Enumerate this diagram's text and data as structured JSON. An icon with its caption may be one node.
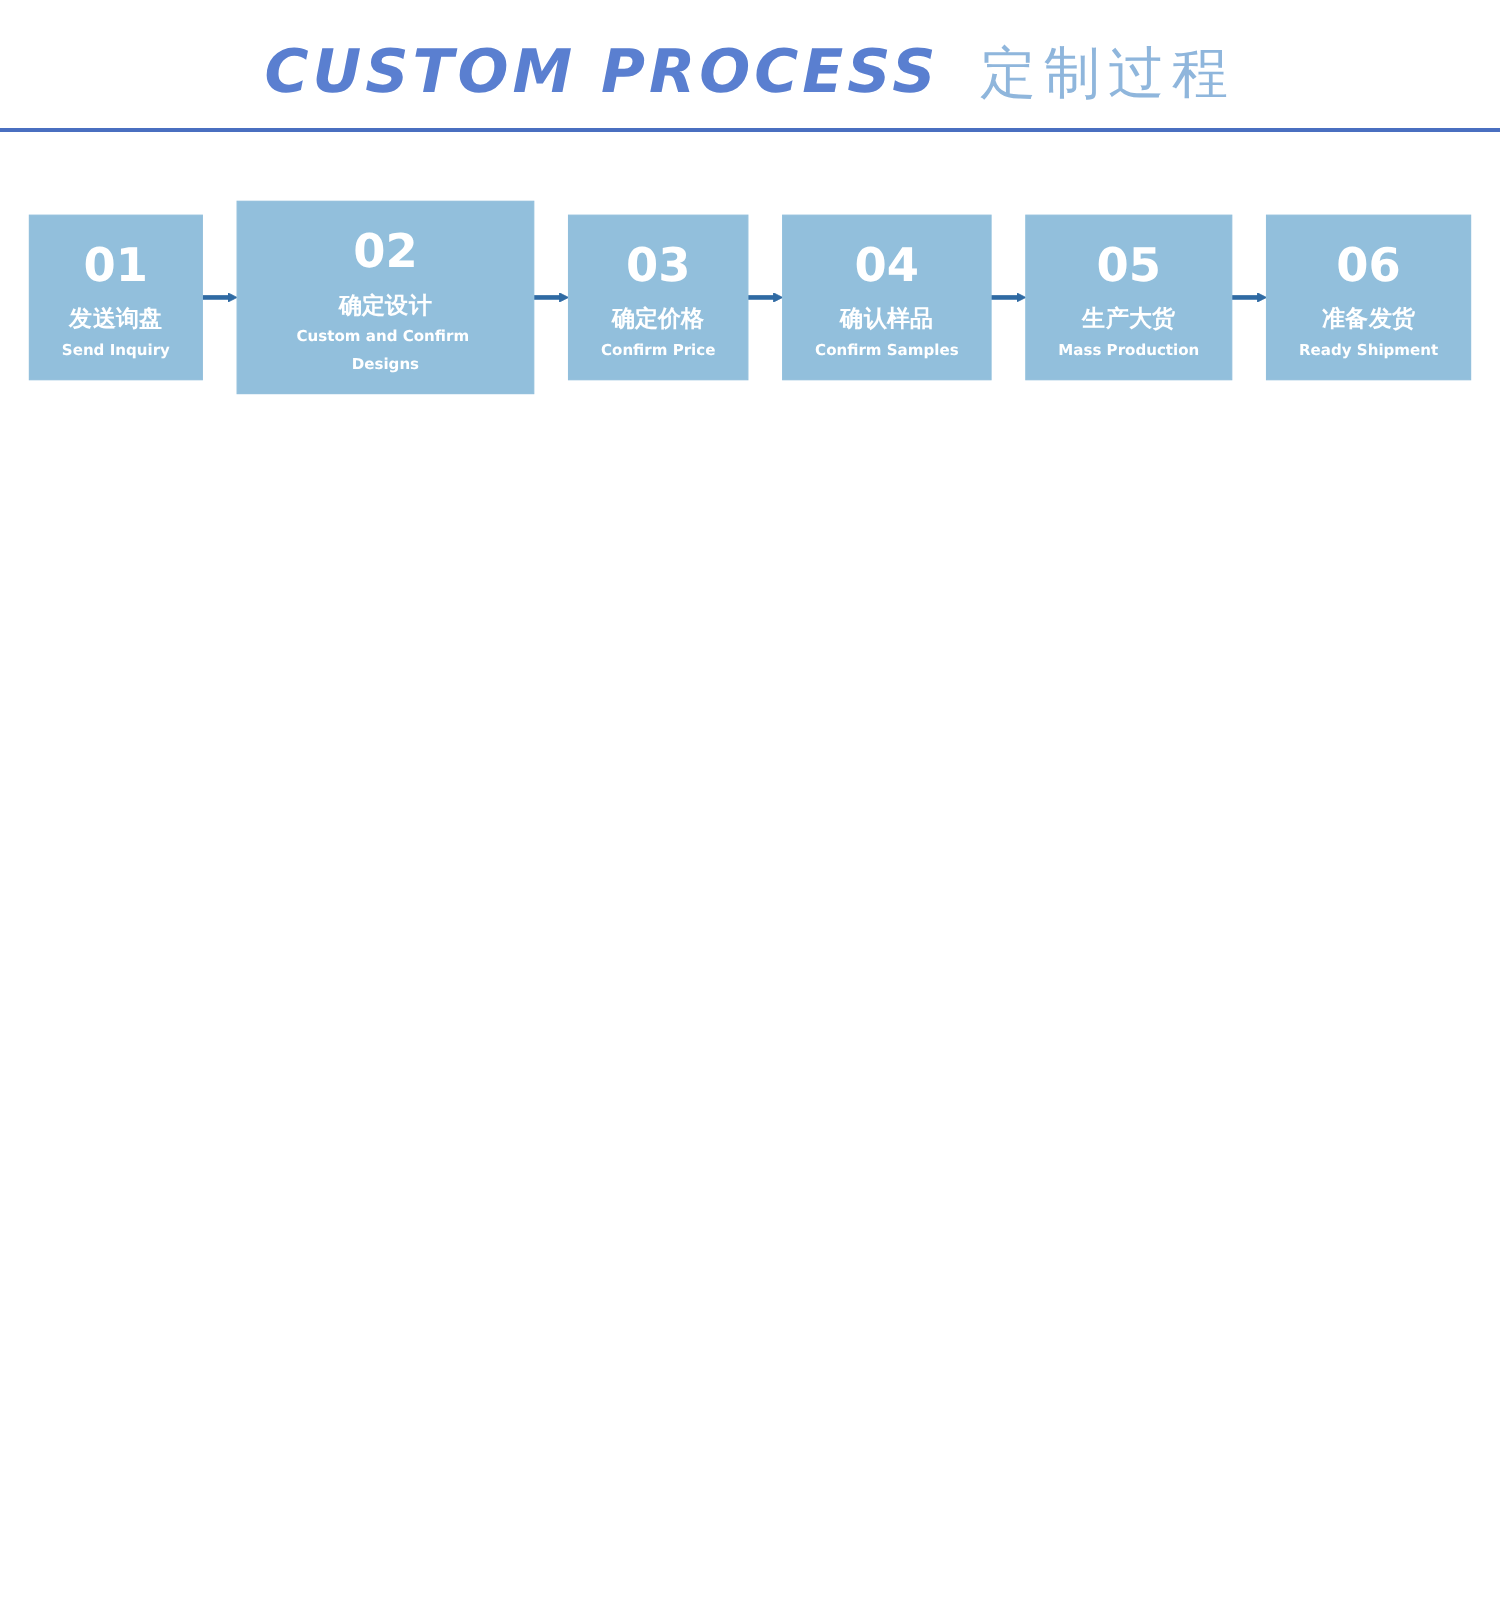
{
  "diagram": {
    "title": "CUSTOM PROCESS",
    "nodes": [
      {
        "text": [
          "01",
          "发送询盘",
          "Send Inquiry"
        ]
      },
      {
        "text": [
          "02",
          "确定设计",
          "Custom and Confirm Designs"
        ]
      },
      {
        "text": [
          "03",
          "确定价格",
          "Confirm Price"
        ]
      },
      {
        "text": [
          "04",
          "确认样品",
          "Confirm Samples"
        ]
      },
      {
        "text": [
          "05",
          "生产大货",
          "Mass Production"
        ]
      },
      {
        "text": [
          "06",
          "准备发货",
          "Ready Shipment"
        ]
      }
    ],
    "edges": [
      {
        "from": 0,
        "to": 1,
        "arrow": "to"
      },
      {
        "from": 1,
        "to": 2,
        "arrow": "to"
      },
      {
        "from": 2,
        "to": 3,
        "arrow": "to"
      },
      {
        "from": 3,
        "to": 4,
        "arrow": "to"
      },
      {
        "from": 4,
        "to": 5,
        "arrow": "to"
      }
    ],
    "labels": [
      "定制过程"
    ]
  }
}
